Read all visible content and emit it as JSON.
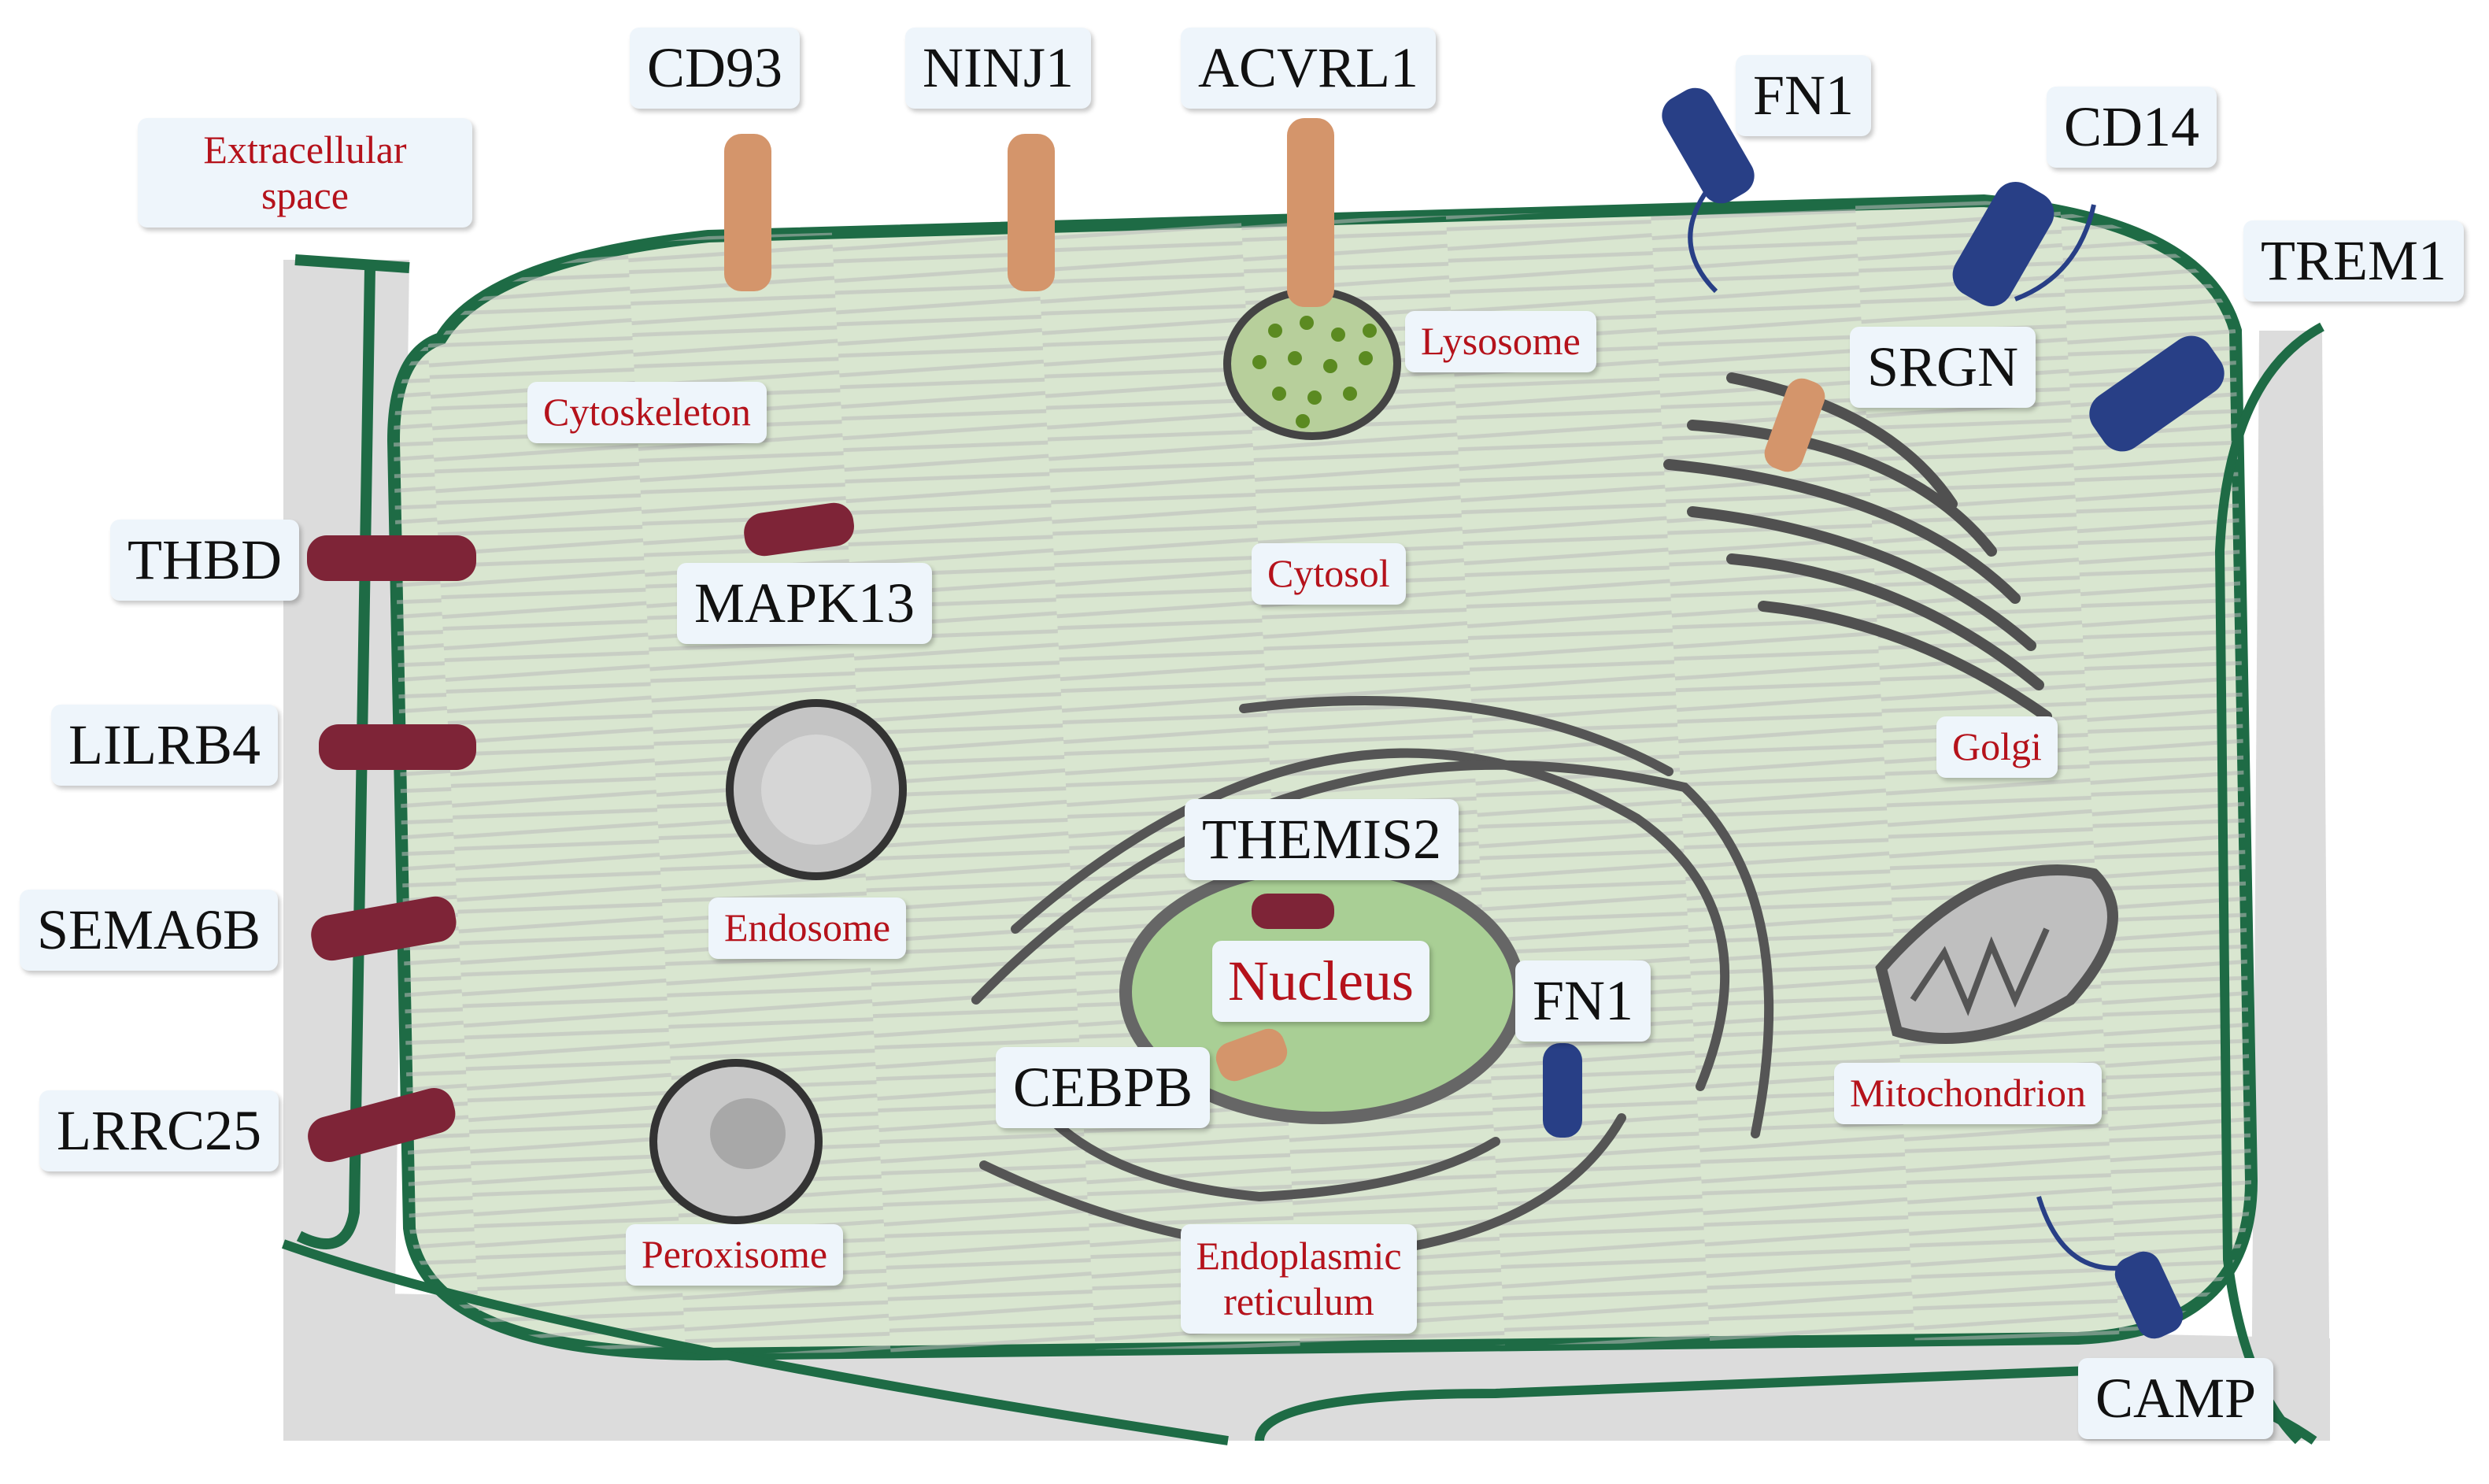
{
  "compartments": {
    "extracellular_line1": "Extracellular",
    "extracellular_line2": "space",
    "cytoskeleton": "Cytoskeleton",
    "lysosome": "Lysosome",
    "cytosol": "Cytosol",
    "golgi": "Golgi",
    "endosome": "Endosome",
    "nucleus": "Nucleus",
    "mitochondrion": "Mitochondrion",
    "peroxisome": "Peroxisome",
    "er_line1": "Endoplasmic",
    "er_line2": "reticulum"
  },
  "genes": {
    "cd93": "CD93",
    "ninj1": "NINJ1",
    "acvrl1": "ACVRL1",
    "fn1_top": "FN1",
    "cd14": "CD14",
    "trem1": "TREM1",
    "srgn": "SRGN",
    "thbd": "THBD",
    "mapk13": "MAPK13",
    "lilrb4": "LILRB4",
    "sema6b": "SEMA6B",
    "lrrc25": "LRRC25",
    "themis2": "THEMIS2",
    "fn1_er": "FN1",
    "cebpb": "CEBPB",
    "camp": "CAMP"
  },
  "colors": {
    "membrane": "#1e6b45",
    "cytoplasm": "#d9e6d0",
    "extracellular_gray": "#dcdcdc",
    "membrane_protein_tan": "#d4956b",
    "protein_maroon": "#7e2437",
    "protein_navy": "#283f86",
    "location_text": "#b5121b"
  }
}
